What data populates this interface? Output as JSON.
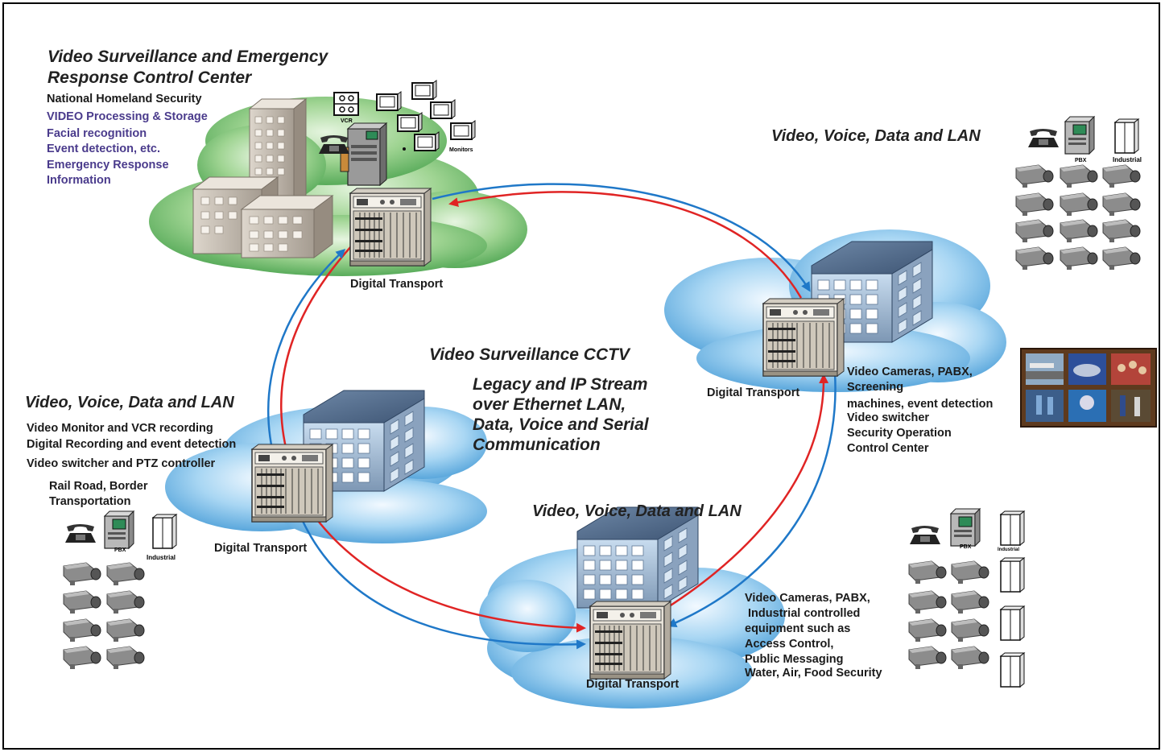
{
  "control_center": {
    "title_1": "Video Surveillance and Emergency",
    "title_2": "Response Control Center",
    "line_1": "National Homeland  Security",
    "line_2": "VIDEO Processing & Storage",
    "line_3": "Facial recognition",
    "line_4": "Event detection, etc.",
    "line_5": "Emergency  Response",
    "line_6": "Information",
    "vcr_label": "VCR",
    "monitors_label": "Monitors",
    "transport_label": "Digital Transport"
  },
  "right_site": {
    "heading": "Video, Voice, Data and LAN",
    "pbx_label": "PBX",
    "industrial_label": "Industrial",
    "transport_label": "Digital Transport",
    "desc_1": "Video Cameras, PABX,",
    "desc_2": "Screening",
    "desc_3": "machines, event detection",
    "desc_4": "Video switcher",
    "desc_5": "Security Operation",
    "desc_6": "Control Center"
  },
  "center": {
    "title": "Video Surveillance CCTV",
    "sub_1": "Legacy and IP Stream",
    "sub_2": "over Ethernet LAN,",
    "sub_3": "Data, Voice and Serial",
    "sub_4": "Communication"
  },
  "left_site": {
    "heading": "Video, Voice, Data and LAN",
    "line_1": "Video Monitor and VCR recording",
    "line_2": "Digital Recording and event detection",
    "line_3": "Video switcher  and PTZ controller",
    "line_4": "Rail Road, Border",
    "line_5": "Transportation",
    "pbx_label": "PBX",
    "industrial_label": "Industrial",
    "transport_label": "Digital Transport"
  },
  "bottom_site": {
    "heading": "Video, Voice, Data and LAN",
    "transport_label": "Digital Transport",
    "desc_1": "Video Cameras, PABX,",
    "desc_2": " Industrial controlled",
    "desc_3": "equipment such as",
    "desc_4": "Access Control,",
    "desc_5": "Public Messaging",
    "desc_6": "Water, Air, Food Security",
    "pbx_label": "PBX",
    "industrial_label": "Industrial"
  },
  "colors": {
    "ring_blue": "#1f78c8",
    "ring_red": "#e02424",
    "green_cloud": "#7cc47c",
    "blue_cloud": "#8cc6ee",
    "label_purple": "#4a3b8c"
  }
}
